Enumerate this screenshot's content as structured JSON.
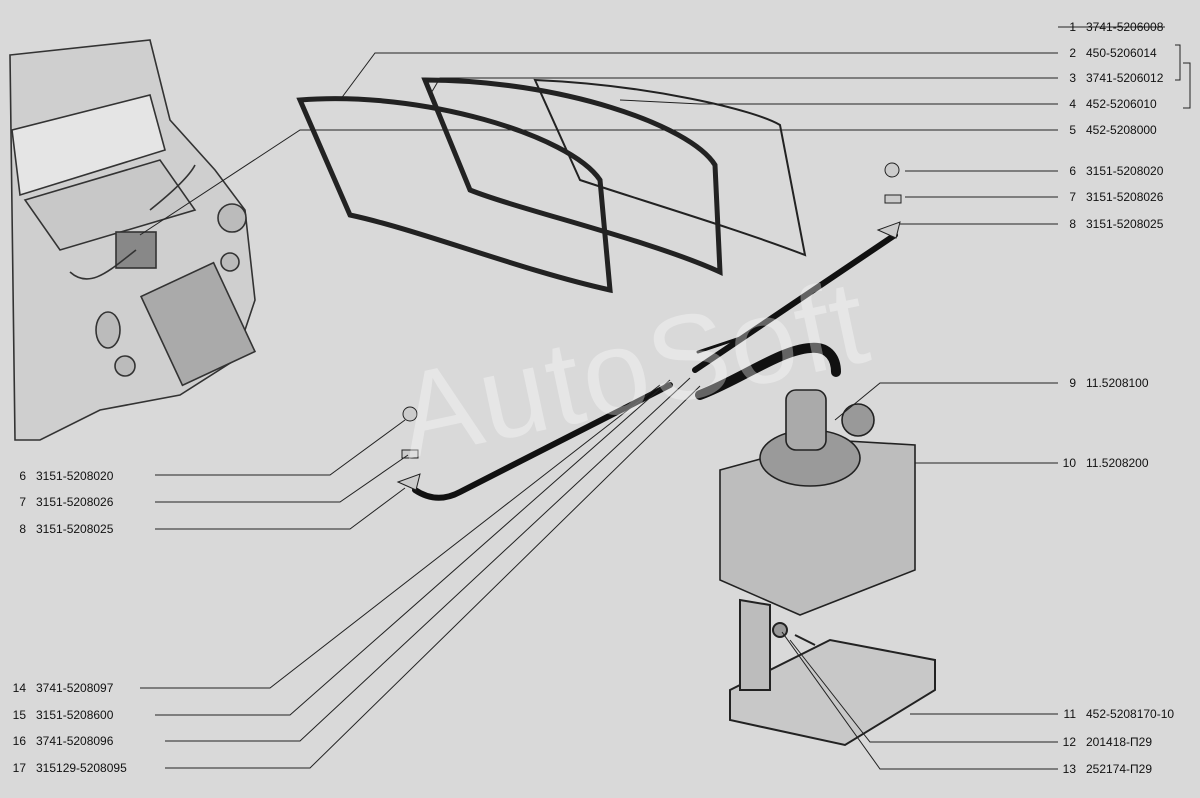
{
  "watermark": "AutoSoft",
  "parts": [
    {
      "num": "1",
      "code": "3741-5206008"
    },
    {
      "num": "2",
      "code": "450-5206014"
    },
    {
      "num": "3",
      "code": "3741-5206012"
    },
    {
      "num": "4",
      "code": "452-5206010"
    },
    {
      "num": "5",
      "code": "452-5208000"
    },
    {
      "num": "6",
      "code": "3151-5208020"
    },
    {
      "num": "7",
      "code": "3151-5208026"
    },
    {
      "num": "8",
      "code": "3151-5208025"
    },
    {
      "num": "9",
      "code": "11.5208100"
    },
    {
      "num": "10",
      "code": "11.5208200"
    },
    {
      "num": "6",
      "code": "3151-5208020"
    },
    {
      "num": "7",
      "code": "3151-5208026"
    },
    {
      "num": "8",
      "code": "3151-5208025"
    },
    {
      "num": "11",
      "code": "452-5208170-10"
    },
    {
      "num": "12",
      "code": "201418-П29"
    },
    {
      "num": "14",
      "code": "3741-5208097"
    },
    {
      "num": "13",
      "code": "252174-П29"
    },
    {
      "num": "15",
      "code": "3151-5208600"
    },
    {
      "num": "16",
      "code": "3741-5208096"
    },
    {
      "num": "17",
      "code": "315129-5208095"
    }
  ]
}
